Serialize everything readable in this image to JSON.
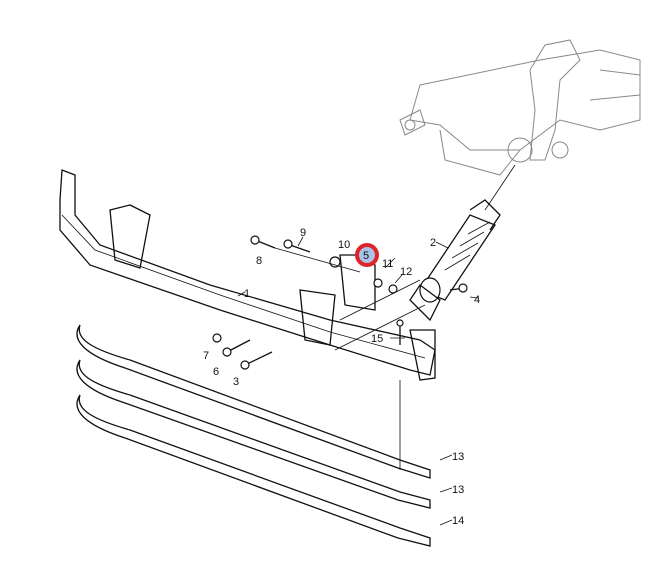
{
  "diagram": {
    "callouts": [
      {
        "id": "1",
        "text": "1"
      },
      {
        "id": "2",
        "text": "2"
      },
      {
        "id": "3",
        "text": "3"
      },
      {
        "id": "4",
        "text": "4"
      },
      {
        "id": "5",
        "text": "5"
      },
      {
        "id": "6",
        "text": "6"
      },
      {
        "id": "7",
        "text": "7"
      },
      {
        "id": "8",
        "text": "8"
      },
      {
        "id": "9",
        "text": "9"
      },
      {
        "id": "10",
        "text": "10"
      },
      {
        "id": "11",
        "text": "11"
      },
      {
        "id": "12",
        "text": "12"
      },
      {
        "id": "13a",
        "text": "13"
      },
      {
        "id": "13b",
        "text": "13"
      },
      {
        "id": "14",
        "text": "14"
      },
      {
        "id": "15",
        "text": "15"
      }
    ],
    "highlight": {
      "callout": "5",
      "ring_color": "#e0242c",
      "fill_color": "#a9c4e6"
    }
  }
}
